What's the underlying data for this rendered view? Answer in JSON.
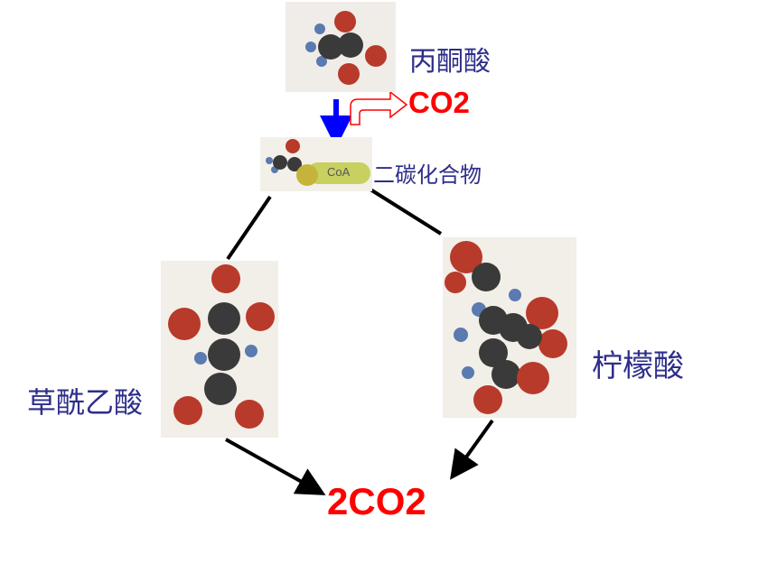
{
  "labels": {
    "pyruvate": "丙酮酸",
    "co2_top": "CO2",
    "two_carbon": "二碳化合物",
    "coa": "CoA",
    "oxaloacetate": "草酰乙酸",
    "citrate": "柠檬酸",
    "co2_bottom": "2CO2"
  },
  "colors": {
    "label_text": "#2e2e8a",
    "co2_text": "#ff0000",
    "down_arrow": "#0000ff",
    "release_arrow": "#ff0000",
    "cycle_lines": "#000000",
    "oxygen_atom": "#b83a2a",
    "carbon_atom": "#3a3a3a",
    "nitrogen_atom": "#5a7ab0",
    "coa_tag": "#c8d060"
  }
}
